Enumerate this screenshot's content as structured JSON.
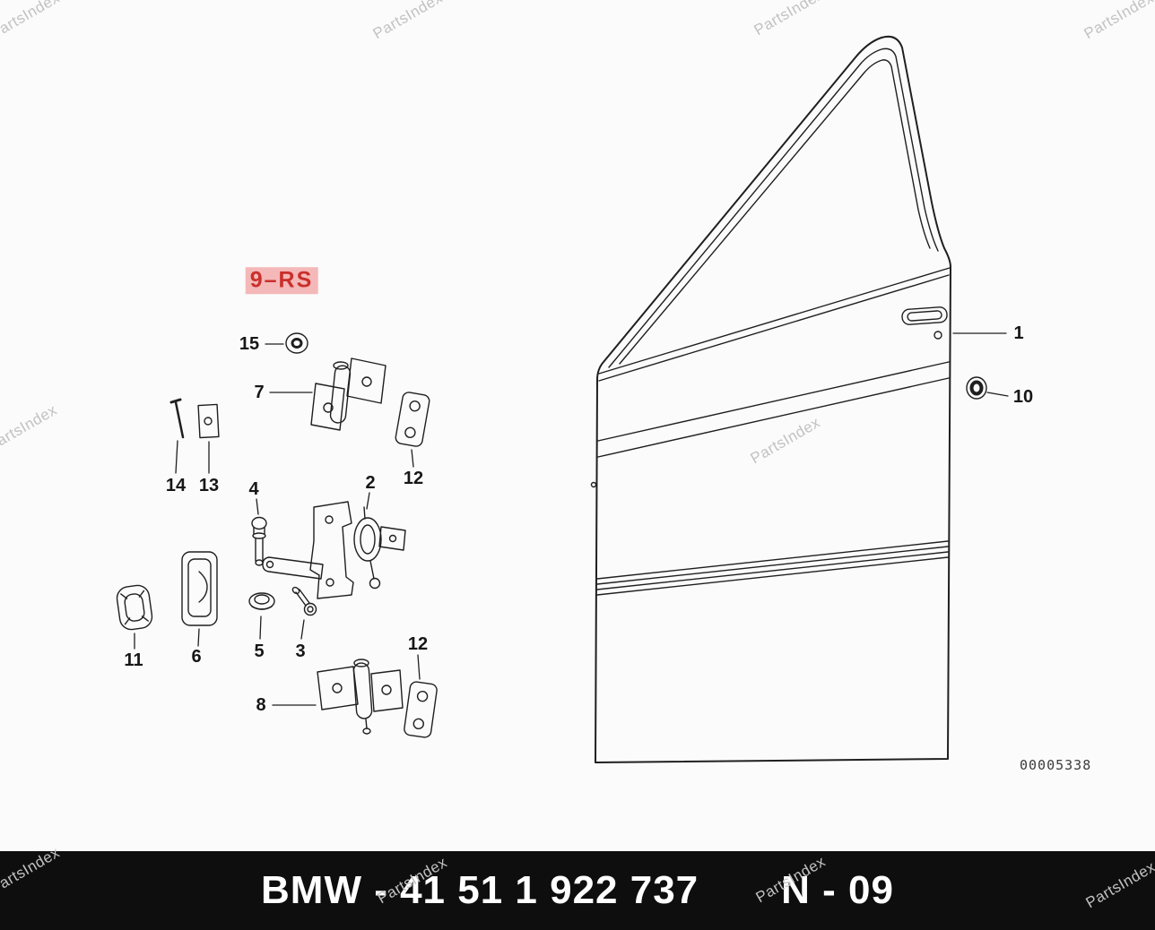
{
  "watermark": {
    "text": "PartsIndex"
  },
  "highlight": {
    "label": "9–RS"
  },
  "callouts": {
    "c1": {
      "label": "1"
    },
    "c2": {
      "label": "2"
    },
    "c3": {
      "label": "3"
    },
    "c4": {
      "label": "4"
    },
    "c5": {
      "label": "5"
    },
    "c6": {
      "label": "6"
    },
    "c7": {
      "label": "7"
    },
    "c8": {
      "label": "8"
    },
    "c10": {
      "label": "10"
    },
    "c11": {
      "label": "11"
    },
    "c12_upper": {
      "label": "12"
    },
    "c12_lower": {
      "label": "12"
    },
    "c13": {
      "label": "13"
    },
    "c14": {
      "label": "14"
    },
    "c15": {
      "label": "15"
    }
  },
  "diagram_code": "00005338",
  "footer": {
    "part_label": "BMW - 41 51 1 922 737",
    "page_code": "N - 09"
  },
  "colors": {
    "highlight_text": "#c9302c",
    "highlight_bg": "#f4b8b8",
    "footer_bg": "#0e0e0e",
    "line_art": "#1f1f1f",
    "watermark": "#c2c2c2"
  }
}
